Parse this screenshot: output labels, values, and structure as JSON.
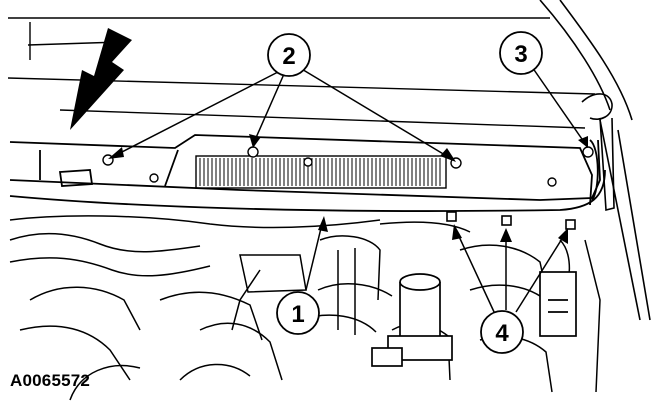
{
  "figure": {
    "id_label": "A0065572"
  },
  "callouts": [
    {
      "number": "1"
    },
    {
      "number": "2"
    },
    {
      "number": "3"
    },
    {
      "number": "4"
    }
  ],
  "colors": {
    "ink": "#000000",
    "paper": "#ffffff"
  }
}
